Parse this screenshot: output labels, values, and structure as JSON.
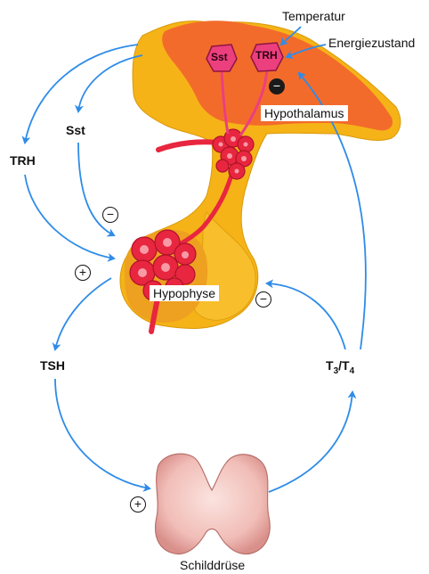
{
  "labels": {
    "temperatur": "Temperatur",
    "energiezustand": "Energiezustand",
    "sst_cell": "Sst",
    "trh_cell": "TRH",
    "hypothalamus": "Hypothalamus",
    "trh_left": "TRH",
    "sst_left": "Sst",
    "hypophyse": "Hypophyse",
    "tsh": "TSH",
    "t3": "T",
    "t3_sub": "3",
    "t_slash": "/T",
    "t4_sub": "4",
    "schilddruese": "Schilddrüse"
  },
  "signs": {
    "minus": "−",
    "plus": "+"
  },
  "colors": {
    "arrow": "#2e8ce8",
    "hypothalamus_outer": "#f5b317",
    "hypothalamus_inner": "#f36b2b",
    "vessel": "#e8263f",
    "neuron": "#ec3f7e",
    "thyroid": "#f3c4c0"
  }
}
